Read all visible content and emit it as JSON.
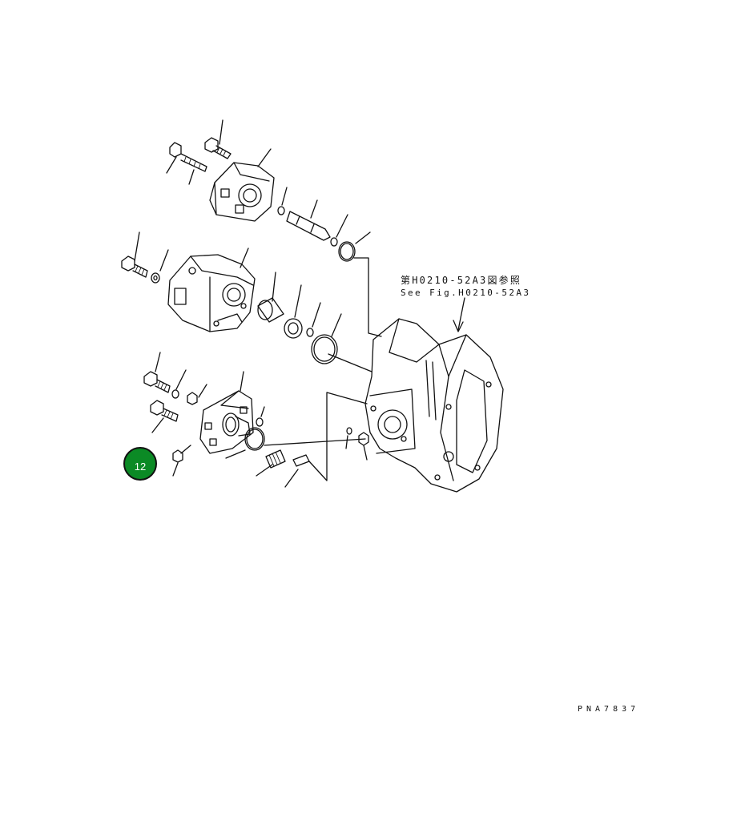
{
  "figure": {
    "reference_jp": "第H0210-52A3図参照",
    "reference_en": "See Fig.H0210-52A3",
    "drawing_code": "PNA7837"
  },
  "badge": {
    "label": "12",
    "color": "#0b8a25"
  },
  "icons": [
    "pump-housing-icon",
    "gear-pump-icon",
    "cover-plate-icon",
    "o-ring-icon",
    "bolt-icon",
    "shaft-icon",
    "bushing-icon"
  ]
}
